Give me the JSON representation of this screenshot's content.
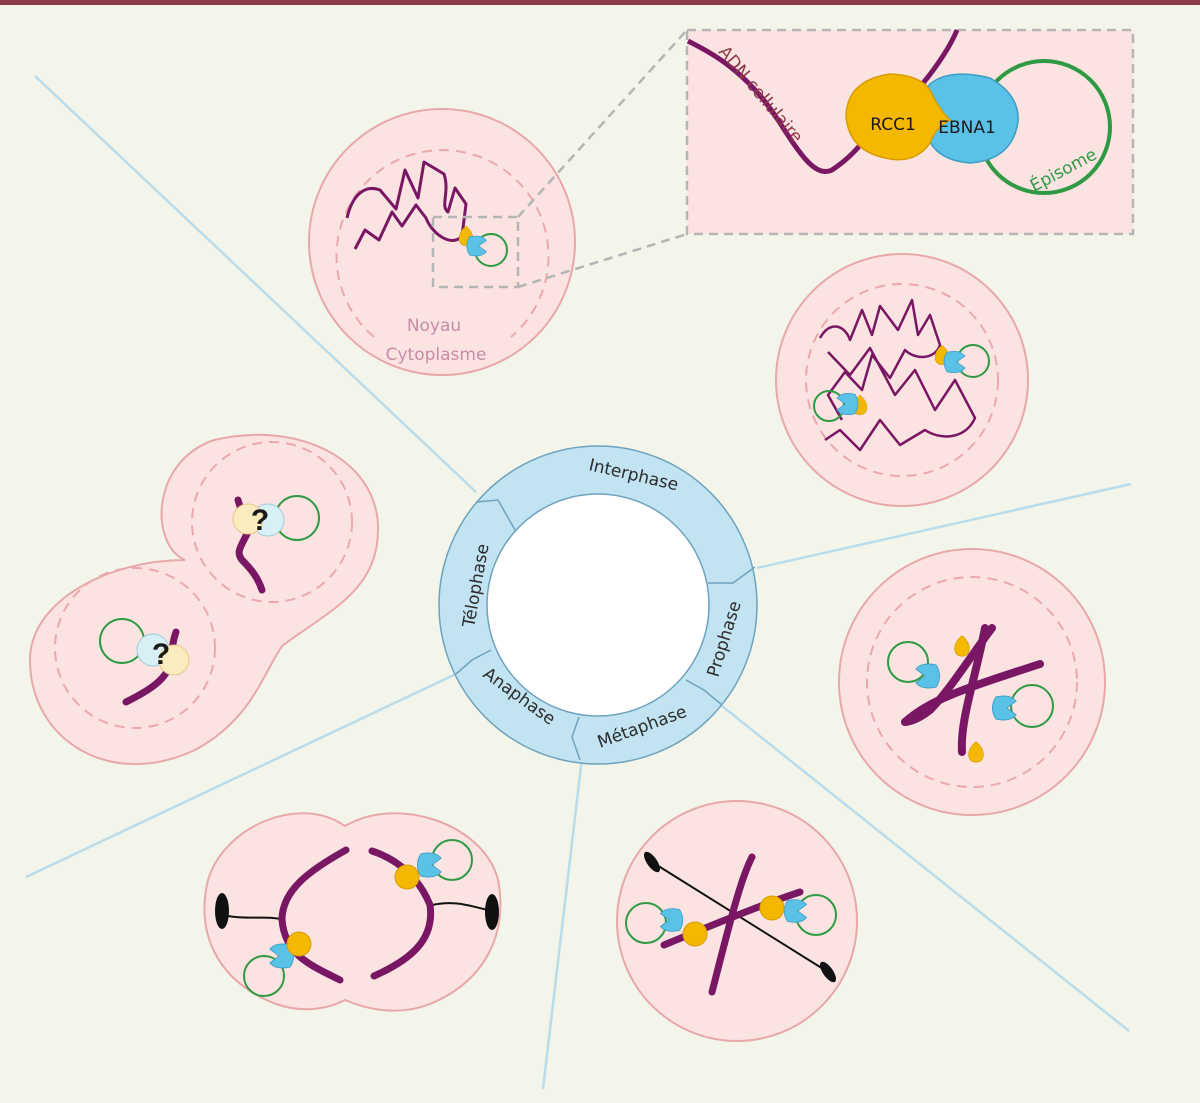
{
  "cycle": {
    "phases": [
      "Interphase",
      "Prophase",
      "Métaphase",
      "Anaphase",
      "Télophase"
    ]
  },
  "labels": {
    "noyau": "Noyau",
    "cytoplasme": "Cytoplasme",
    "adn_cellulaire": "ADN cellulaire",
    "rcc1": "RCC1",
    "ebna1": "EBNA1",
    "episome": "Épisome",
    "unknown_mark": "?"
  },
  "colors": {
    "background": "#f3f5ea",
    "top_rule": "#8c3a48",
    "cell_fill": "#fbe3e2",
    "cell_stroke": "#e8a8a9",
    "nucleus_dash": "#eca8ad",
    "cellular_dna": "#7a1764",
    "episome": "#2f9a43",
    "rcc1": "#f5b800",
    "ebna1": "#5bc2e7",
    "cycle_ring": "#c2e3f1",
    "cycle_stroke": "#6ea2bd",
    "divider_lines": "#b9dcec",
    "zoom_frame": "#b5b5b5",
    "spindle": "#111111"
  }
}
